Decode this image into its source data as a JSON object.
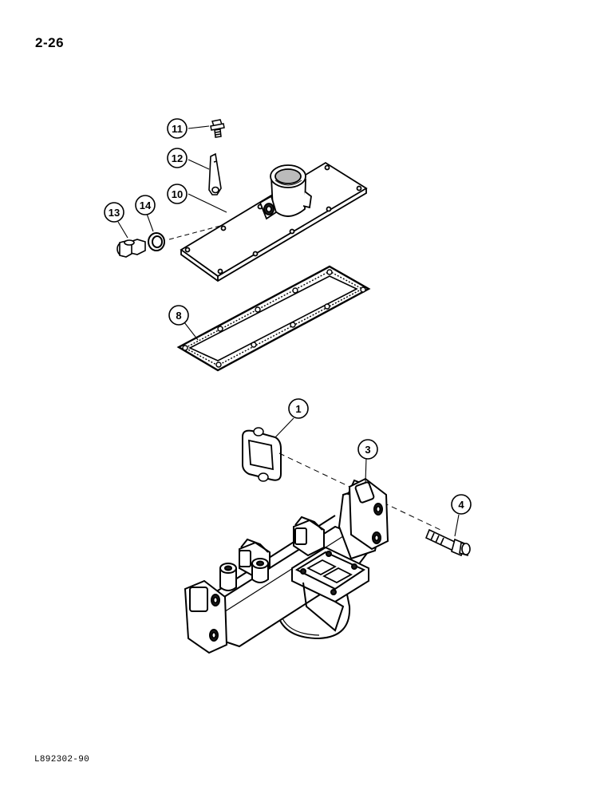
{
  "page": {
    "number": "2-26",
    "figure_code": "L892302-90"
  },
  "callouts": [
    {
      "id": "11",
      "part": "bolt"
    },
    {
      "id": "12",
      "part": "bracket"
    },
    {
      "id": "10",
      "part": "cover"
    },
    {
      "id": "13",
      "part": "plug"
    },
    {
      "id": "14",
      "part": "washer"
    },
    {
      "id": "8",
      "part": "gasket"
    },
    {
      "id": "1",
      "part": "gasket"
    },
    {
      "id": "3",
      "part": "manifold"
    },
    {
      "id": "4",
      "part": "bolt"
    }
  ]
}
